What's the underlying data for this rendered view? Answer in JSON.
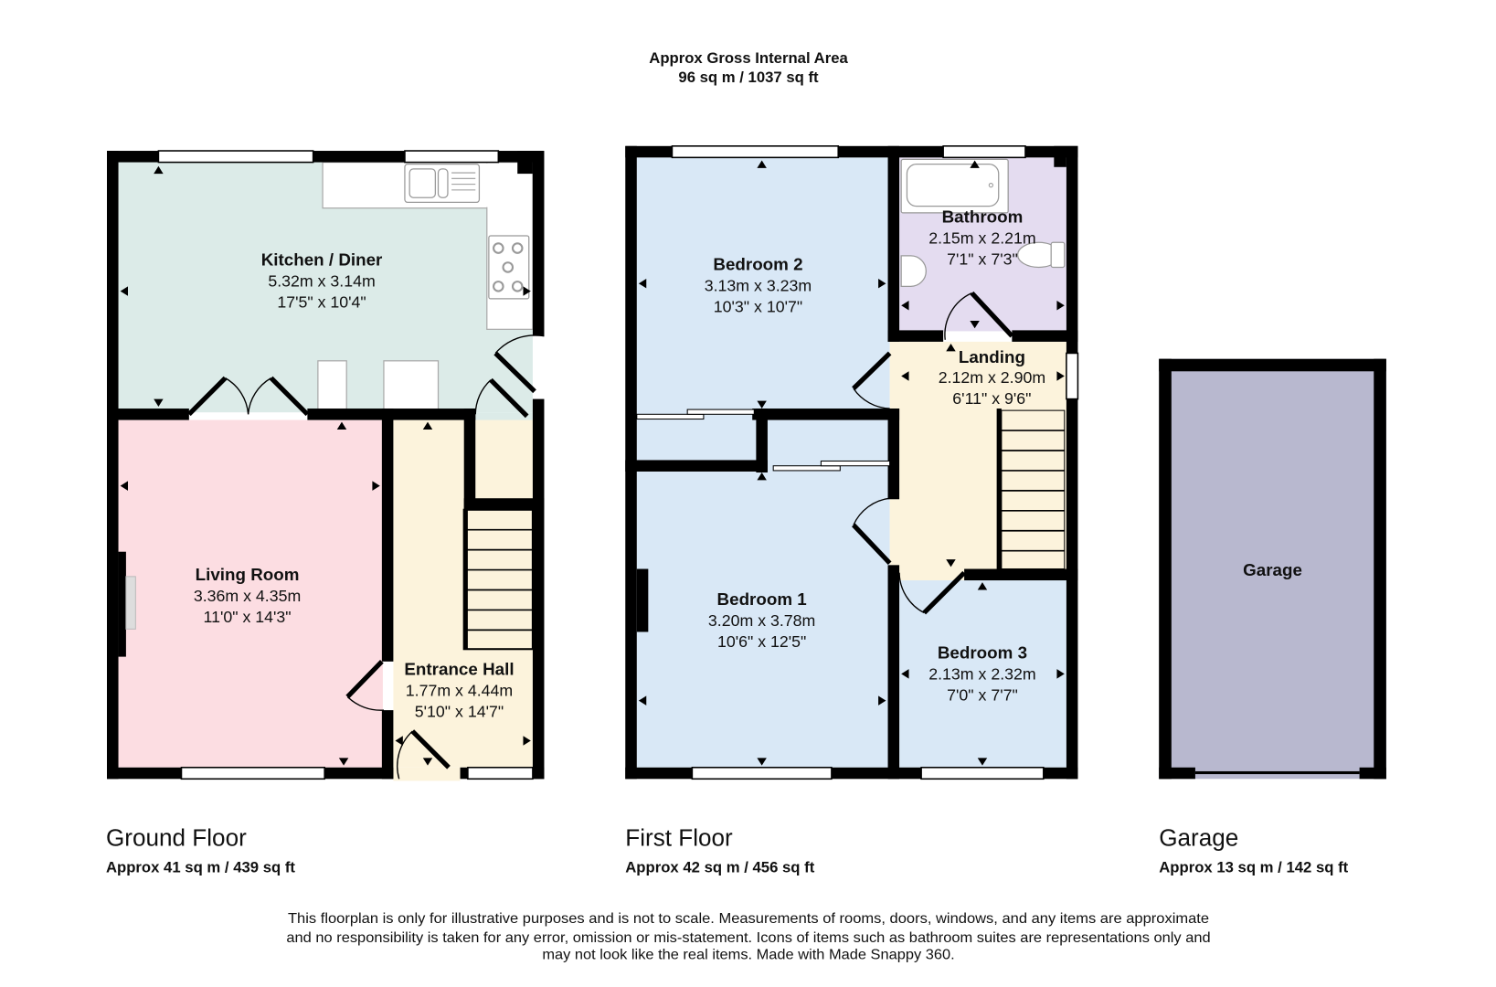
{
  "header": {
    "title": "Approx Gross Internal Area",
    "area": "96 sq m / 1037 sq ft"
  },
  "colors": {
    "kitchen": "#dcebe8",
    "living": "#fcdde2",
    "hall": "#fcf3dc",
    "bedroom": "#d9e8f6",
    "bathroom": "#e4dcf0",
    "garage": "#b8b8cf",
    "wall": "#000000"
  },
  "floors": [
    {
      "title": "Ground Floor",
      "area": "Approx 41 sq m / 439 sq ft",
      "rooms": [
        {
          "name": "Kitchen / Diner",
          "metric": "5.32m x 3.14m",
          "imperial": "17'5\" x 10'4\""
        },
        {
          "name": "Living Room",
          "metric": "3.36m x 4.35m",
          "imperial": "11'0\" x 14'3\""
        },
        {
          "name": "Entrance Hall",
          "metric": "1.77m x 4.44m",
          "imperial": "5'10\" x 14'7\""
        }
      ]
    },
    {
      "title": "First Floor",
      "area": "Approx 42 sq m / 456 sq ft",
      "rooms": [
        {
          "name": "Bedroom 2",
          "metric": "3.13m x 3.23m",
          "imperial": "10'3\" x 10'7\""
        },
        {
          "name": "Bathroom",
          "metric": "2.15m x 2.21m",
          "imperial": "7'1\" x 7'3\""
        },
        {
          "name": "Landing",
          "metric": "2.12m x 2.90m",
          "imperial": "6'11\" x 9'6\""
        },
        {
          "name": "Bedroom 1",
          "metric": "3.20m x 3.78m",
          "imperial": "10'6\" x 12'5\""
        },
        {
          "name": "Bedroom 3",
          "metric": "2.13m x 2.32m",
          "imperial": "7'0\" x 7'7\""
        }
      ]
    },
    {
      "title": "Garage",
      "area": "Approx 13 sq m / 142 sq ft",
      "rooms": [
        {
          "name": "Garage"
        }
      ]
    }
  ],
  "disclaimer": {
    "line1": "This floorplan is only for illustrative purposes and is not to scale. Measurements of rooms, doors, windows, and any items are approximate",
    "line2": "and no responsibility is taken for any error, omission or mis-statement. Icons of items such as bathroom suites are representations only and",
    "line3": "may not look like the real items. Made with Made Snappy 360."
  }
}
